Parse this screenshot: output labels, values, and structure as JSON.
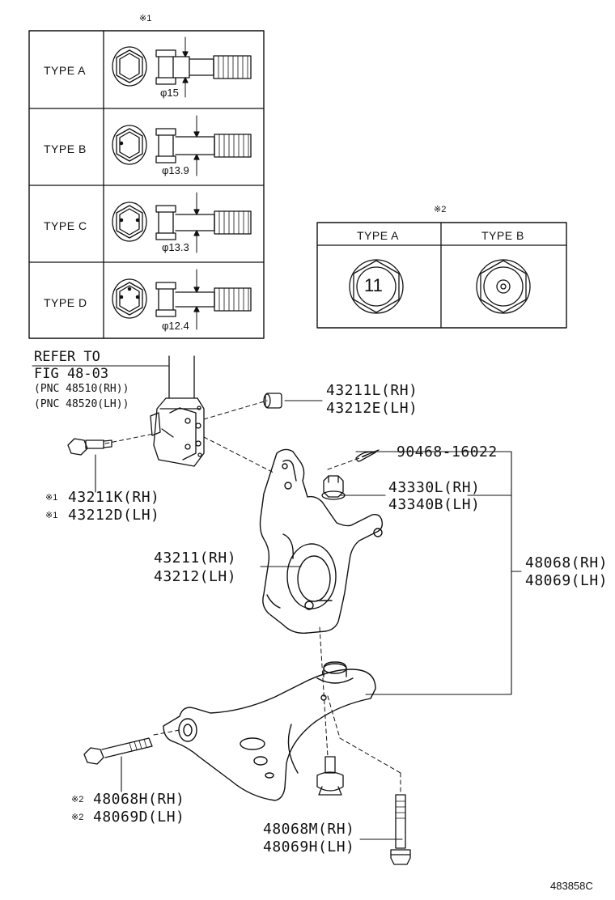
{
  "table1": {
    "note": "※1",
    "rows": [
      {
        "type": "TYPE A",
        "diameter": "φ15"
      },
      {
        "type": "TYPE B",
        "diameter": "φ13.9"
      },
      {
        "type": "TYPE C",
        "diameter": "φ13.3"
      },
      {
        "type": "TYPE D",
        "diameter": "φ12.4"
      }
    ]
  },
  "table2": {
    "note": "※2",
    "headers": [
      "TYPE A",
      "TYPE B"
    ],
    "nut_mark": "11"
  },
  "refer": {
    "line1": "REFER TO",
    "line2": "FIG 48-03",
    "line3": "(PNC 48510(RH))",
    "line4": "(PNC 48520(LH))"
  },
  "parts": {
    "p43211L": "43211L(RH)",
    "p43212E": "43212E(LH)",
    "mark1": "※1",
    "p43211K": "43211K(RH)",
    "p43212D": "43212D(LH)",
    "p90468": "90468-16022",
    "p43330L": "43330L(RH)",
    "p43340B": "43340B(LH)",
    "p43211": "43211(RH)",
    "p43212": "43212(LH)",
    "p48068": "48068(RH)",
    "p48069": "48069(LH)",
    "mark2": "※2",
    "p48068H": "48068H(RH)",
    "p48069D": "48069D(LH)",
    "p48068M": "48068M(RH)",
    "p48069H": "48069H(LH)"
  },
  "figure_id": "483858C"
}
